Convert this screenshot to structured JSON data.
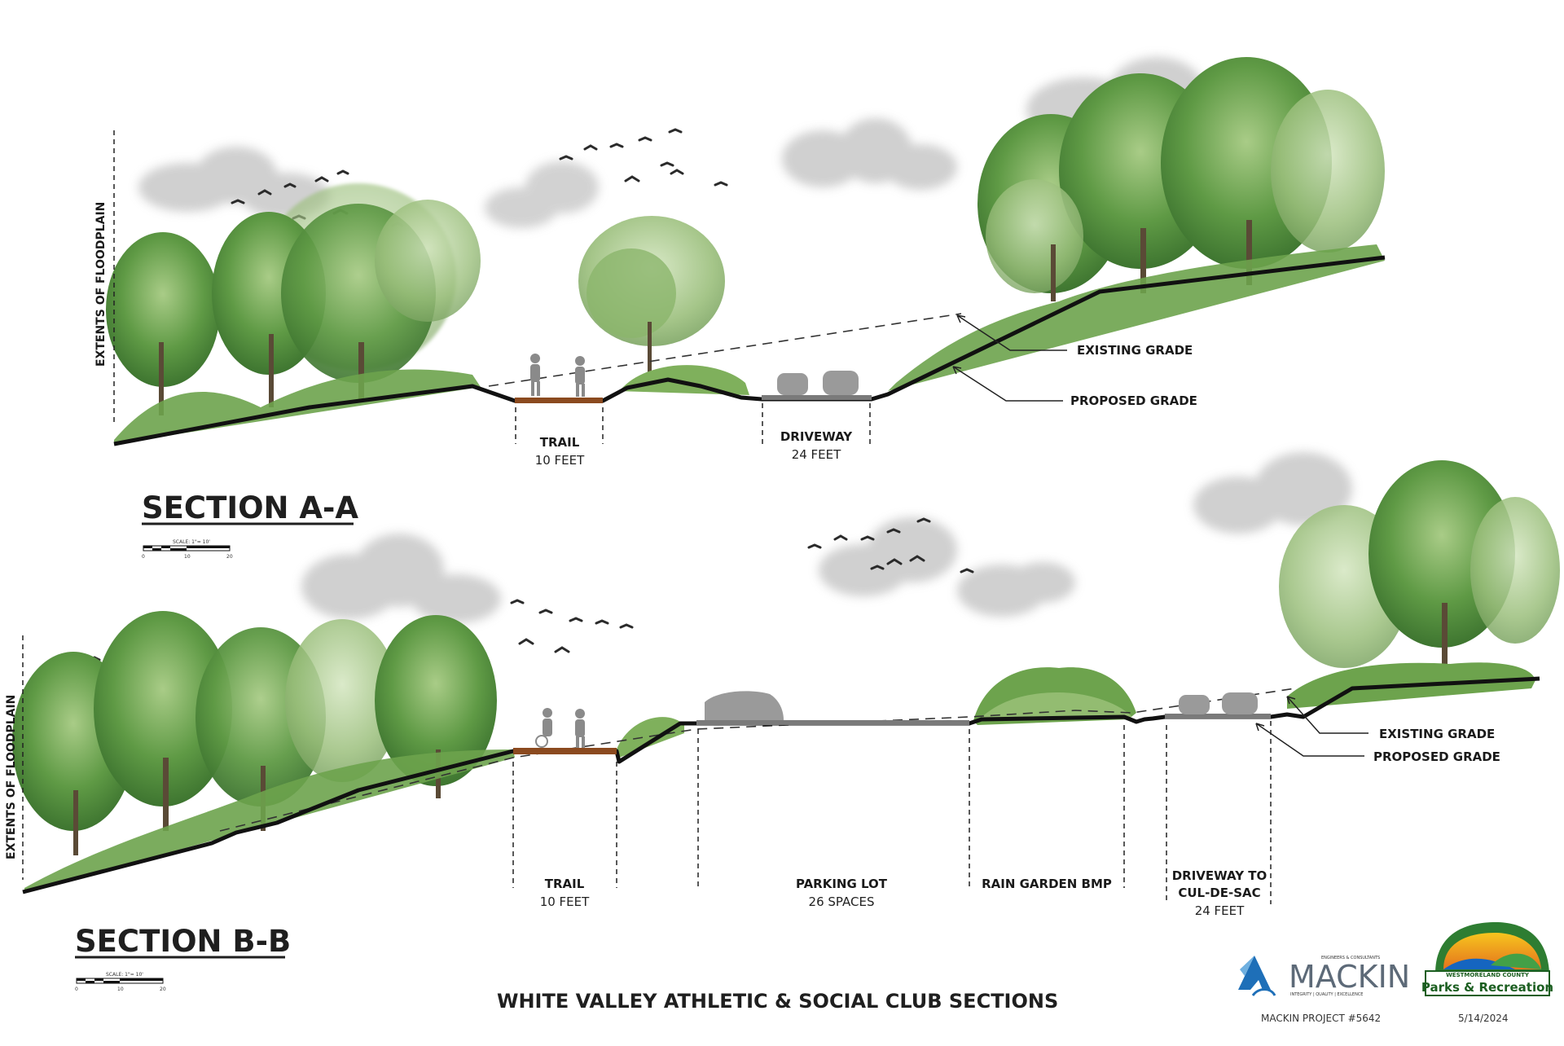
{
  "section_a": {
    "title": "SECTION A-A",
    "floodplain": "EXTENTS OF FLOODPLAIN",
    "scale_label": "SCALE: 1\"= 10'",
    "scale_ticks": [
      "0",
      "10",
      "20"
    ],
    "trail": {
      "label": "TRAIL",
      "dim": "10 FEET"
    },
    "driveway": {
      "label": "DRIVEWAY",
      "dim": "24 FEET"
    },
    "existing_grade": "EXISTING GRADE",
    "proposed_grade": "PROPOSED GRADE"
  },
  "section_b": {
    "title": "SECTION B-B",
    "floodplain": "EXTENTS OF FLOODPLAIN",
    "scale_label": "SCALE: 1\"= 10'",
    "scale_ticks": [
      "0",
      "10",
      "20"
    ],
    "trail": {
      "label": "TRAIL",
      "dim": "10 FEET"
    },
    "parking": {
      "label": "PARKING LOT",
      "dim": "26 SPACES"
    },
    "rain_garden": {
      "label": "RAIN GARDEN BMP"
    },
    "driveway": {
      "label1": "DRIVEWAY TO",
      "label2": "CUL-DE-SAC",
      "dim": "24 FEET"
    },
    "existing_grade": "EXISTING GRADE",
    "proposed_grade": "PROPOSED GRADE"
  },
  "footer": {
    "title": "WHITE VALLEY ATHLETIC & SOCIAL CLUB SECTIONS",
    "project": "MACKIN PROJECT #5642",
    "date": "5/14/2024"
  },
  "logos": {
    "mackin": {
      "name": "MACKIN",
      "tagline_top": "ENGINEERS & CONSULTANTS",
      "tagline_bottom": "INTEGRITY | QUALITY | EXCELLENCE"
    },
    "parks": {
      "arc_text": "WESTMORELAND COUNTY",
      "name": "Parks & Recreation"
    }
  },
  "colors": {
    "foliage_dark": "#4f8a3a",
    "foliage_light": "#9cc27a",
    "trail": "#8b4a1f",
    "pavement": "#7a7a7a",
    "cloud": "#c9c9c9",
    "ground_line": "#111111"
  }
}
